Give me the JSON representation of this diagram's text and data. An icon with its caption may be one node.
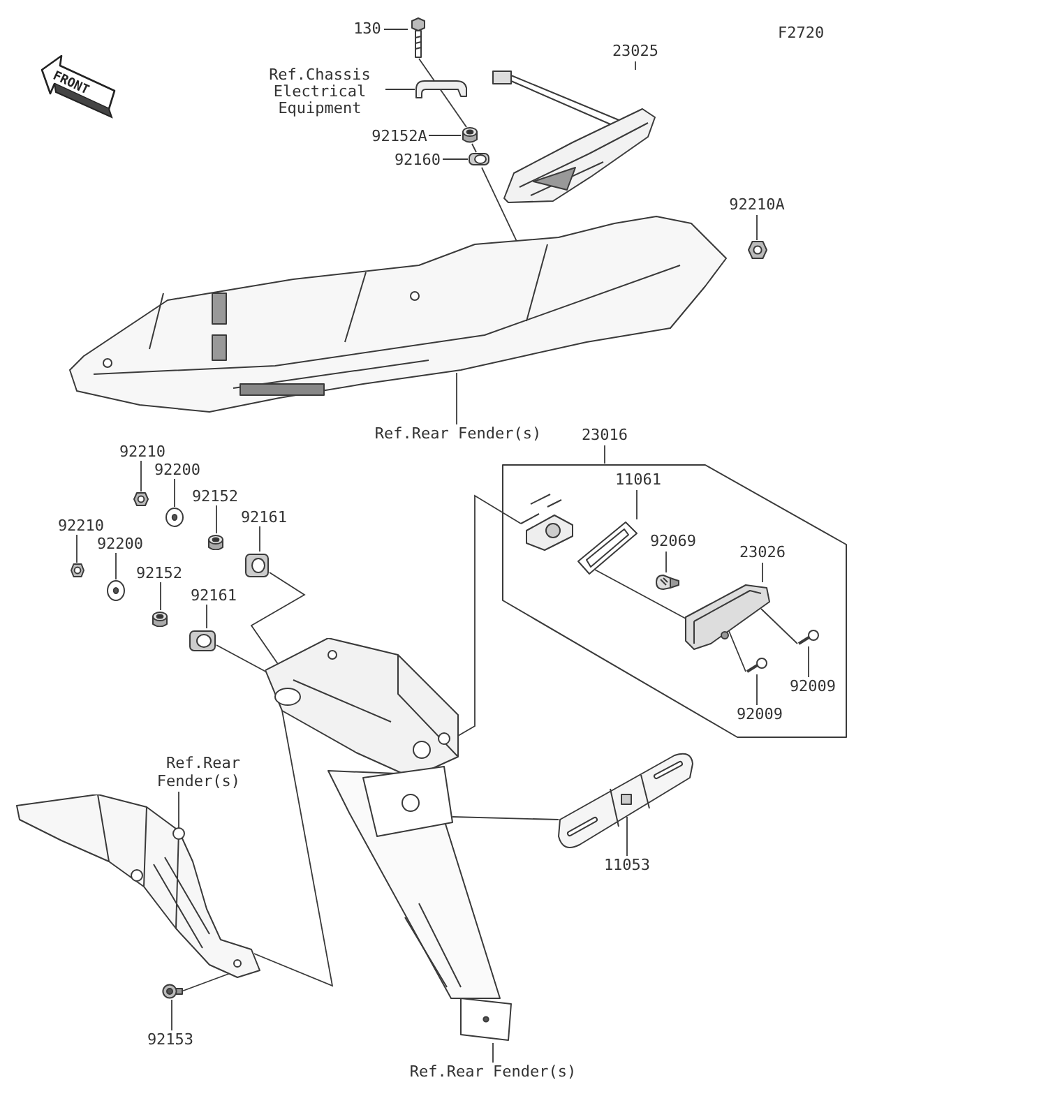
{
  "diagram": {
    "nodes": [
      {
        "text": [
          "130"
        ]
      },
      {
        "text": [],
        "shape": "picture"
      },
      {
        "text": [
          "Ref.Chassis Electrical Equipment"
        ]
      },
      {
        "text": [],
        "shape": "picture"
      },
      {
        "text": [
          "92152A"
        ]
      },
      {
        "text": [],
        "shape": "cylinder"
      },
      {
        "text": [
          "92160"
        ]
      },
      {
        "text": [],
        "shape": "picture"
      },
      {
        "text": [
          "23025"
        ]
      },
      {
        "text": [],
        "shape": "picture"
      },
      {
        "text": [
          "92210A"
        ]
      },
      {
        "text": [],
        "shape": "picture"
      },
      {
        "text": [
          "Ref.Rear Fender(s)"
        ]
      },
      {
        "text": [],
        "shape": "picture"
      },
      {
        "text": [
          "23016"
        ]
      },
      {
        "text": [],
        "shape": "box"
      },
      {
        "text": [],
        "shape": "picture",
        "in": 15
      },
      {
        "text": [
          "11061"
        ],
        "in": 15
      },
      {
        "text": [],
        "shape": "picture",
        "in": 15
      },
      {
        "text": [
          "92069"
        ],
        "in": 15
      },
      {
        "text": [],
        "shape": "picture",
        "in": 15
      },
      {
        "text": [
          "23026"
        ],
        "in": 15
      },
      {
        "text": [],
        "shape": "picture",
        "in": 15
      },
      {
        "text": [
          "92009"
        ],
        "in": 15
      },
      {
        "text": [],
        "shape": "picture",
        "in": 15
      },
      {
        "text": [
          "92009"
        ],
        "in": 15
      },
      {
        "text": [],
        "shape": "picture",
        "in": 15
      },
      {
        "text": [
          "92210"
        ]
      },
      {
        "text": [],
        "shape": "picture"
      },
      {
        "text": [
          "92200"
        ]
      },
      {
        "text": [],
        "shape": "picture"
      },
      {
        "text": [
          "92152"
        ]
      },
      {
        "text": [],
        "shape": "cylinder"
      },
      {
        "text": [
          "92161"
        ]
      },
      {
        "text": [],
        "shape": "picture"
      },
      {
        "text": [
          "92210"
        ]
      },
      {
        "text": [],
        "shape": "picture"
      },
      {
        "text": [
          "92200"
        ]
      },
      {
        "text": [],
        "shape": "picture"
      },
      {
        "text": [
          "92152"
        ]
      },
      {
        "text": [],
        "shape": "cylinder"
      },
      {
        "text": [
          "92161"
        ]
      },
      {
        "text": [],
        "shape": "picture"
      },
      {
        "text": [],
        "shape": "picture"
      },
      {
        "text": [
          "Ref.Rear Fender(s)"
        ]
      },
      {
        "text": [],
        "shape": "picture"
      },
      {
        "text": [
          "11053"
        ]
      },
      {
        "text": [],
        "shape": "picture"
      },
      {
        "text": [
          "92153"
        ]
      },
      {
        "text": [],
        "shape": "picture"
      },
      {
        "text": [
          "Ref.Rear Fender(s)"
        ]
      }
    ],
    "edges": [
      {
        "from": 0,
        "to": 1,
        "arrow": "none"
      },
      {
        "from": 2,
        "to": 3,
        "arrow": "none"
      },
      {
        "from": 4,
        "to": 5,
        "arrow": "none"
      },
      {
        "from": 6,
        "to": 7,
        "arrow": "none"
      },
      {
        "from": 8,
        "to": 9,
        "arrow": "none"
      },
      {
        "from": 10,
        "to": 11,
        "arrow": "none"
      },
      {
        "from": 12,
        "to": 13,
        "arrow": "none"
      },
      {
        "from": 14,
        "to": 15,
        "arrow": "none"
      },
      {
        "from": 17,
        "to": 18,
        "arrow": "none"
      },
      {
        "from": 19,
        "to": 20,
        "arrow": "none"
      },
      {
        "from": 21,
        "to": 22,
        "arrow": "none"
      },
      {
        "from": 23,
        "to": 24,
        "arrow": "none"
      },
      {
        "from": 25,
        "to": 26,
        "arrow": "none"
      },
      {
        "from": 27,
        "to": 28,
        "arrow": "none"
      },
      {
        "from": 29,
        "to": 30,
        "arrow": "none"
      },
      {
        "from": 31,
        "to": 32,
        "arrow": "none"
      },
      {
        "from": 33,
        "to": 34,
        "arrow": "none"
      },
      {
        "from": 35,
        "to": 36,
        "arrow": "none"
      },
      {
        "from": 37,
        "to": 38,
        "arrow": "none"
      },
      {
        "from": 39,
        "to": 40,
        "arrow": "none"
      },
      {
        "from": 41,
        "to": 42,
        "arrow": "none"
      },
      {
        "from": 44,
        "to": 45,
        "arrow": "none"
      },
      {
        "from": 46,
        "to": 47,
        "arrow": "none"
      },
      {
        "from": 48,
        "to": 49,
        "arrow": "none"
      },
      {
        "from": 50,
        "to": 43,
        "arrow": "none"
      },
      {
        "from": 1,
        "to": 5,
        "arrow": "none"
      },
      {
        "from": 5,
        "to": 7,
        "arrow": "none"
      },
      {
        "from": 7,
        "to": 13,
        "arrow": "none"
      },
      {
        "from": 34,
        "to": 43,
        "arrow": "none"
      },
      {
        "from": 42,
        "to": 43,
        "arrow": "none"
      },
      {
        "from": 43,
        "to": 16,
        "arrow": "none"
      },
      {
        "from": 43,
        "to": 47,
        "arrow": "none"
      },
      {
        "from": 49,
        "to": 45,
        "arrow": "none"
      },
      {
        "from": 45,
        "to": 43,
        "arrow": "none"
      },
      {
        "from": 18,
        "to": 22,
        "arrow": "none"
      },
      {
        "from": 24,
        "to": 22,
        "arrow": "none"
      },
      {
        "from": 26,
        "to": 22,
        "arrow": "none"
      }
    ],
    "labels": [
      "F2720",
      "FRONT"
    ]
  }
}
